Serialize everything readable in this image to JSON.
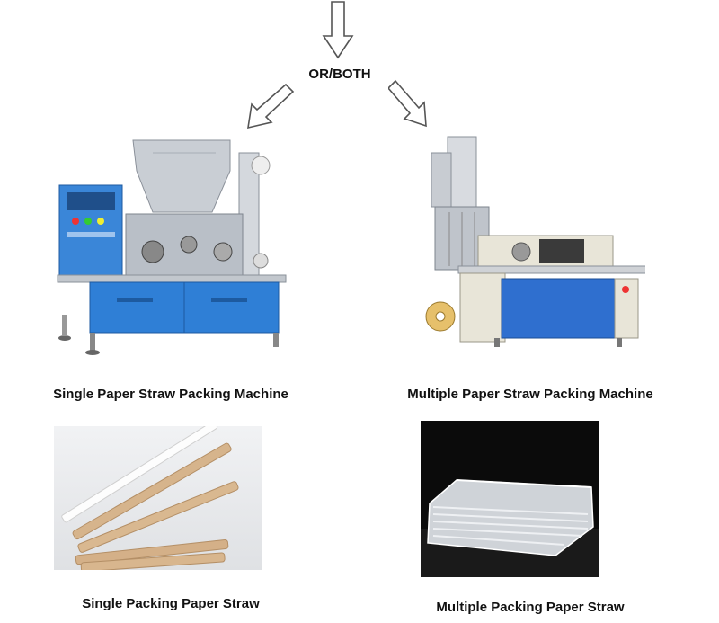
{
  "connector": {
    "label": "OR/BOTH"
  },
  "machines": [
    {
      "caption": "Single Paper Straw Packing Machine"
    },
    {
      "caption": "Multiple Paper Straw Packing Machine"
    }
  ],
  "products": [
    {
      "caption": "Single Packing Paper Straw"
    },
    {
      "caption": "Multiple Packing Paper Straw"
    }
  ],
  "colors": {
    "machine_blue": "#2f7fd6",
    "machine_steel": "#c9ced4",
    "straw_kraft": "#d6b48c",
    "product_bg_dark": "#0d0d0d"
  }
}
